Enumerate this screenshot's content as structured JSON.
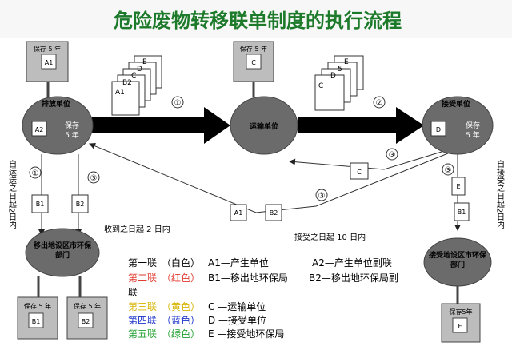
{
  "title": "危险废物转移联单制度的执行流程",
  "colors": {
    "title": "#1d7a2a",
    "node_fill": "#6b6b6b",
    "arrow": "#000000",
    "white": "#ffffff",
    "red": "#e03a2e",
    "yellow": "#d6b300",
    "blue": "#1b33c9",
    "green": "#22a030"
  },
  "nodes": {
    "producer": "排放单位",
    "transporter": "运输单位",
    "receiver": "接受单位",
    "origin_epb": "移出地设区市环保部门",
    "dest_epb": "接受地设区市环保部门"
  },
  "storage": {
    "label": "保存 5 年",
    "receiver_label": "保存5年"
  },
  "docs": {
    "a1": "A1",
    "a2": "A2",
    "b1": "B1",
    "b2": "B2",
    "c": "C",
    "d": "D",
    "e": "E",
    "s5": "5"
  },
  "keep_note": {
    "line1": "保存",
    "line2": "5 年"
  },
  "steps": {
    "s1": "①",
    "s2": "②",
    "s3": "③"
  },
  "side_notes": {
    "left": "自运送之日起2日内",
    "right": "自接受之日起2日内"
  },
  "time_notes": {
    "received": "收到之日起 2 日内",
    "accepted": "接受之日起 10 日内"
  },
  "legend": [
    {
      "name": "第一联",
      "color": "（白色）",
      "a": "A1—产生单位",
      "b": "A2—产生单位副联"
    },
    {
      "name": "第二联",
      "color": "（红色）",
      "a": "B1—移出地环保局",
      "b": "B2—移出地环保局副"
    },
    {
      "name": "第三联",
      "color": "（黄色）",
      "a": "C —运输单位",
      "b": ""
    },
    {
      "name": "第四联",
      "color": "（蓝色）",
      "a": "D —接受单位",
      "b": ""
    },
    {
      "name": "第五联",
      "color": "（绿色）",
      "a": "E —接受地环保局",
      "b": ""
    }
  ],
  "legend_wrap": "联"
}
